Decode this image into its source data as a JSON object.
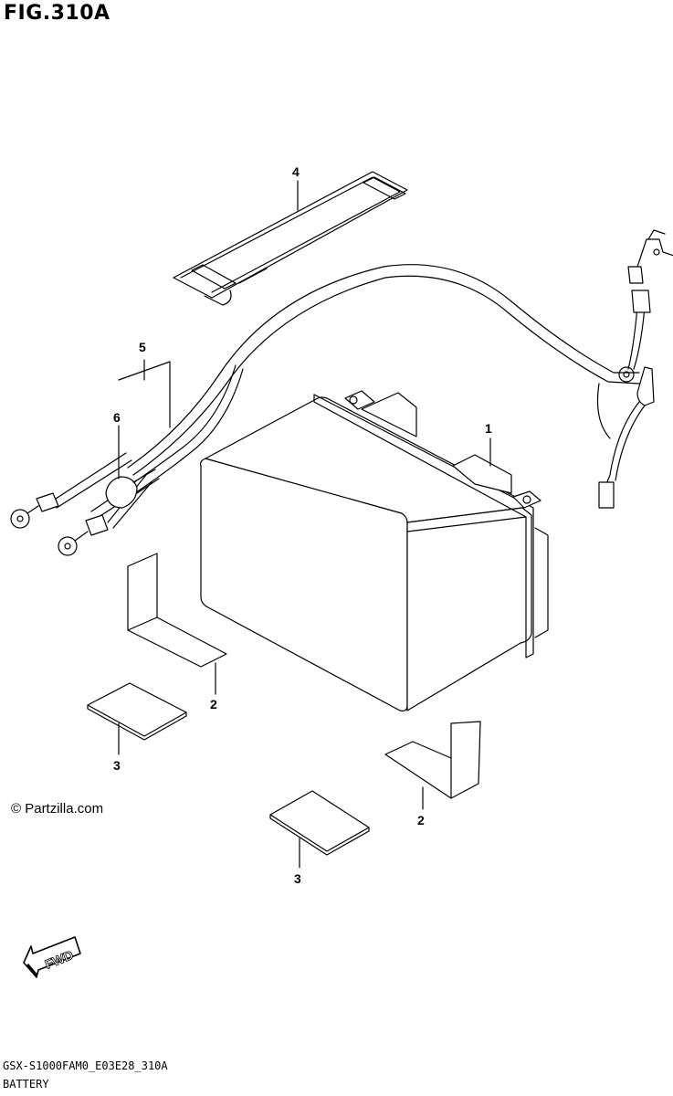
{
  "figure": {
    "title": "FIG.310A",
    "copyright": "© Partzilla.com",
    "model_code": "GSX-S1000FAM0_E03E28_310A",
    "section_name": "BATTERY",
    "fwd_label": "FWD"
  },
  "callouts": {
    "battery": "1",
    "spacer_left": "2",
    "spacer_right": "2",
    "pad_left": "3",
    "pad_bottom": "3",
    "band": "4",
    "cable_plus": "5",
    "cap": "6"
  },
  "icons": [
    "fwd-arrow-icon"
  ]
}
